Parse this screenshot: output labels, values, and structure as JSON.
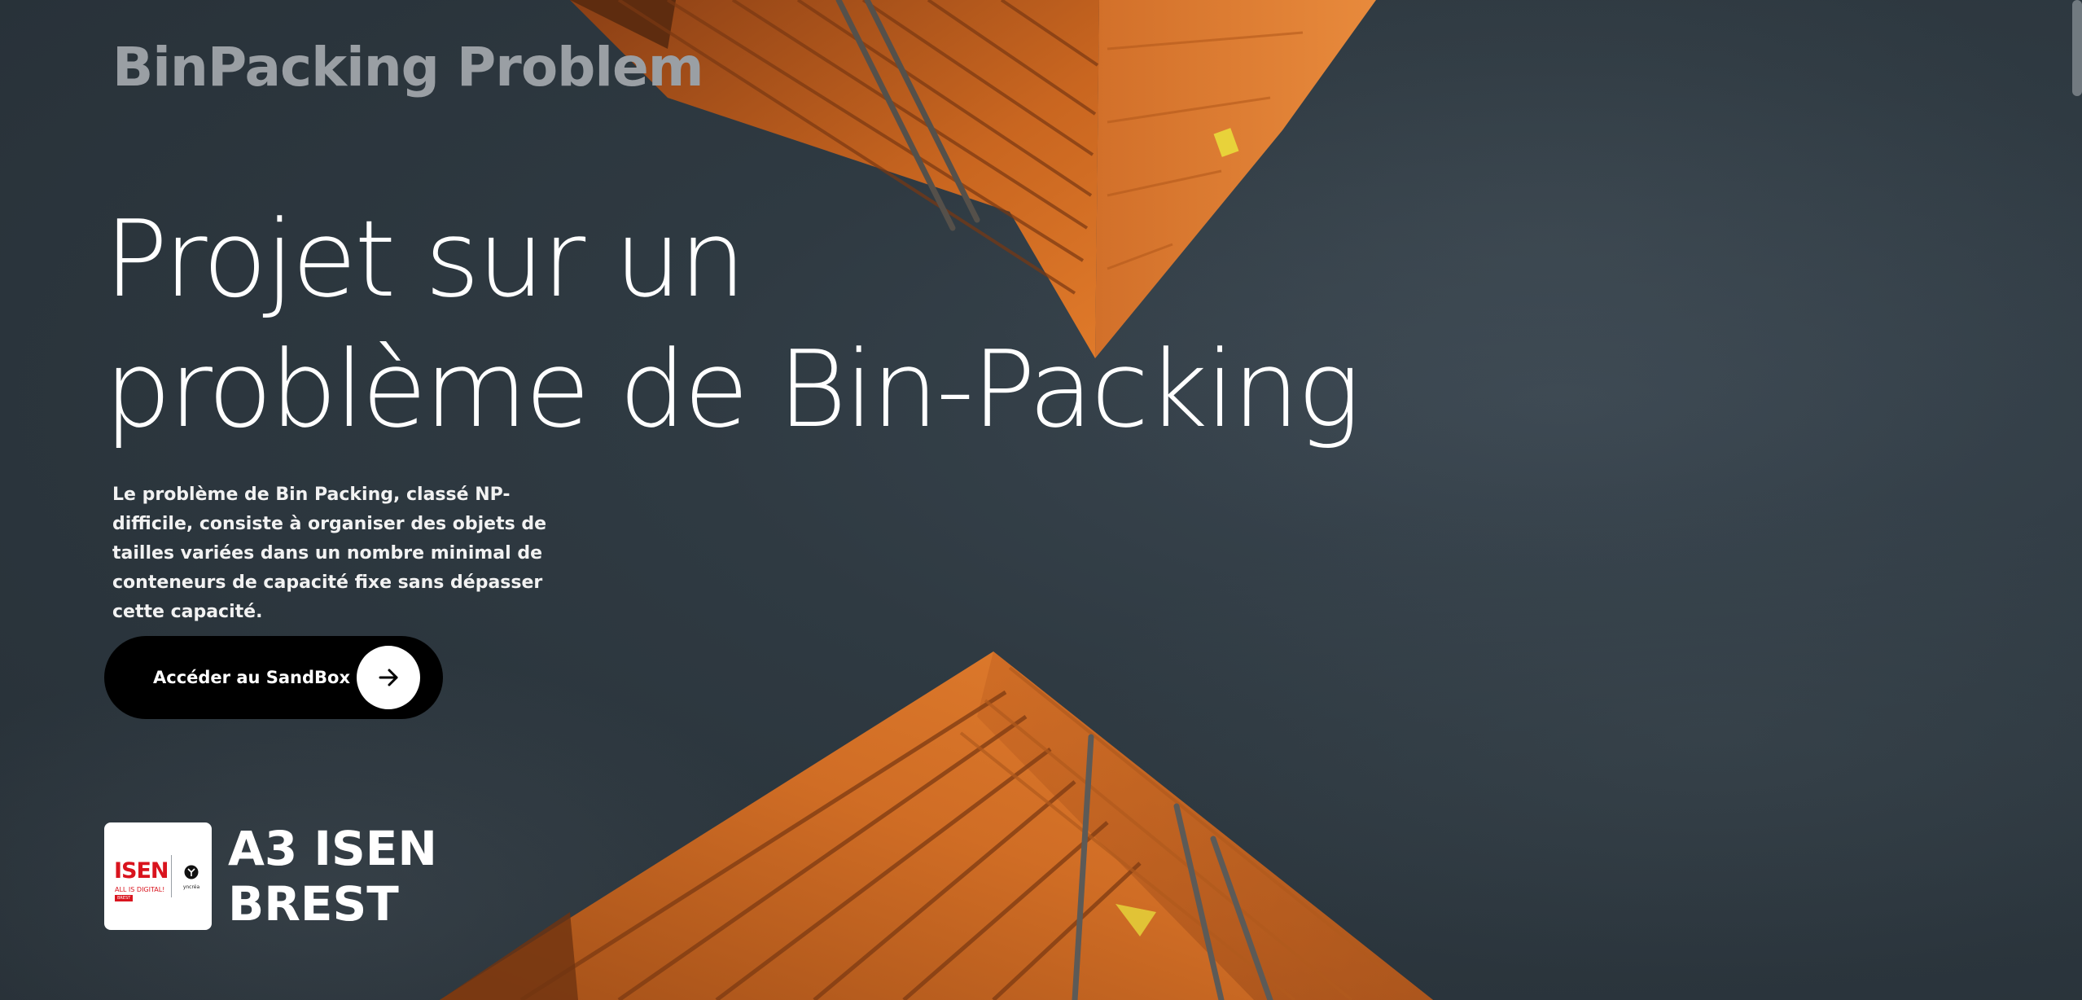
{
  "header": {
    "brand": "BinPacking Problem"
  },
  "hero": {
    "headline_line1": "Projet sur un",
    "headline_line2": "problème de Bin-Packing",
    "description": "Le problème de Bin Packing, classé NP-difficile, consiste à organiser des objets de tailles variées dans un nombre minimal de conteneurs de capacité fixe sans dépasser cette capacité.",
    "cta_label": "Accéder au SandBox",
    "cta_icon": "arrow-right-icon"
  },
  "footer": {
    "school_line1": "A3 ISEN",
    "school_line2": "BREST",
    "logo": {
      "isen": "ISEN",
      "tagline": "ALL IS DIGITAL!",
      "city": "BREST",
      "partner": "yncréa"
    }
  },
  "colors": {
    "background": "#2f3a42",
    "container_orange": "#c8641f",
    "cta_background": "#000000",
    "brand_text": "#9a9fa4",
    "isen_red": "#d9141e"
  }
}
